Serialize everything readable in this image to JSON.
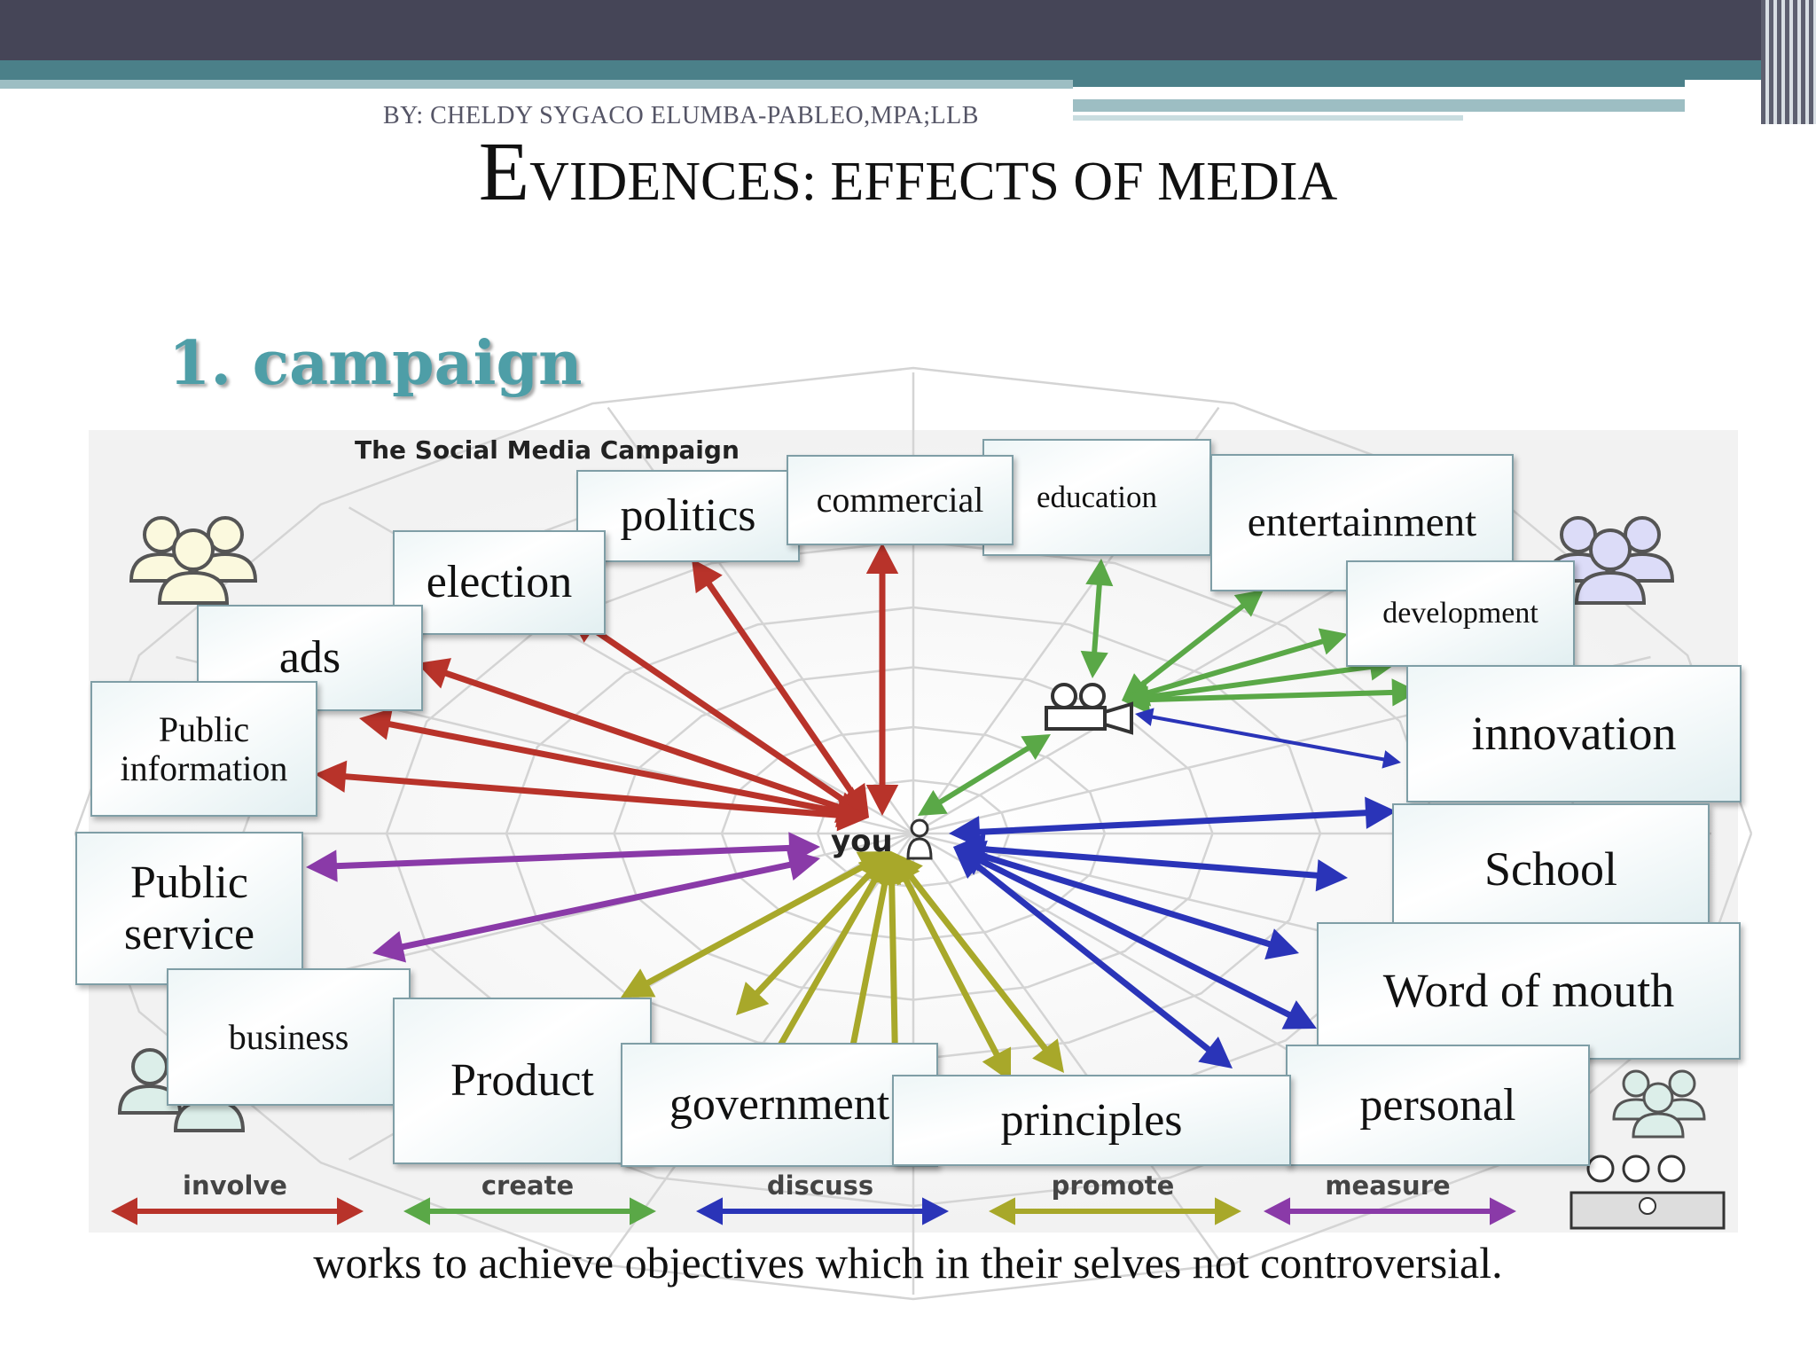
{
  "header": {
    "author": "BY: CHELDY SYGACO ELUMBA-PABLEO,MPA;LLB"
  },
  "slide": {
    "title_cap": "E",
    "title_main": "VIDENCES:  EFFECTS OF MEDIA",
    "subheading": "1. campaign",
    "caption": "works to achieve objectives which in their selves not controversial."
  },
  "diagram": {
    "title": "The Social Media Campaign",
    "center_label": "you",
    "colors": {
      "involve": "#b8332a",
      "create": "#5aa847",
      "discuss": "#2a34b8",
      "promote": "#a8a82a",
      "measure": "#8a3aa8"
    },
    "legend": [
      "involve",
      "create",
      "discuss",
      "promote",
      "measure"
    ],
    "labels": {
      "politics": "politics",
      "commercial": "commercial",
      "education": "education",
      "entertainment": "entertainment",
      "election": "election",
      "development": "development",
      "ads": "ads",
      "public_information": "Public information",
      "innovation": "innovation",
      "school": "School",
      "public_service": "Public service",
      "word_of_mouth": "Word of mouth",
      "business": "business",
      "product": "Product",
      "government": "government",
      "principles": "principles",
      "personal": "personal"
    }
  }
}
